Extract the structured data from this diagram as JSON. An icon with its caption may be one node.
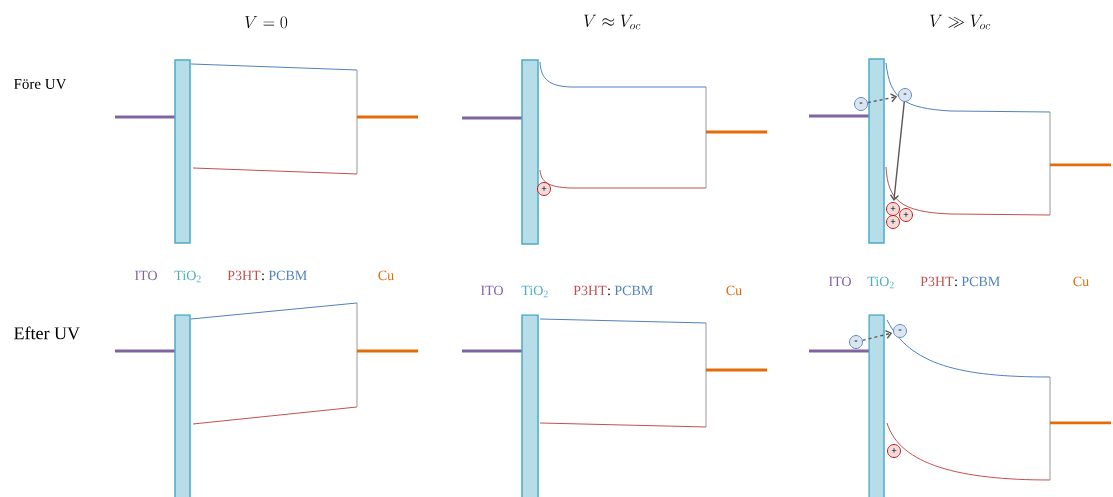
{
  "diagram": {
    "nodes": [
      {
        "text": [
          "+"
        ]
      },
      {
        "text": [
          "-"
        ]
      },
      {
        "text": [
          "-"
        ]
      },
      {
        "text": [
          "+"
        ]
      },
      {
        "text": [
          "+"
        ]
      },
      {
        "text": [
          "+"
        ]
      },
      {
        "text": [
          "-"
        ]
      },
      {
        "text": [
          "-"
        ]
      },
      {
        "text": [
          "+"
        ]
      }
    ],
    "edges": [
      {
        "from": 1,
        "to": 2,
        "arrow": "to",
        "style": "dashed"
      },
      {
        "from": 2,
        "to": 3,
        "arrow": "to"
      },
      {
        "from": 6,
        "to": 7,
        "arrow": "to",
        "style": "dashed"
      }
    ],
    "labels": [
      "V = 0",
      "V \\approx V_{oc}",
      "V \\gg V_{oc}",
      "Före UV",
      "Efter UV",
      "ITO",
      "TiO$_{2}$",
      "P3HT",
      ":",
      "PCBM",
      "Cu",
      "ITO",
      "TiO$_{2}$",
      "P3HT",
      ":",
      "PCBM",
      "Cu",
      "ITO",
      "TiO$_{2}$",
      "P3HT",
      ":",
      "PCBM",
      "Cu"
    ]
  }
}
